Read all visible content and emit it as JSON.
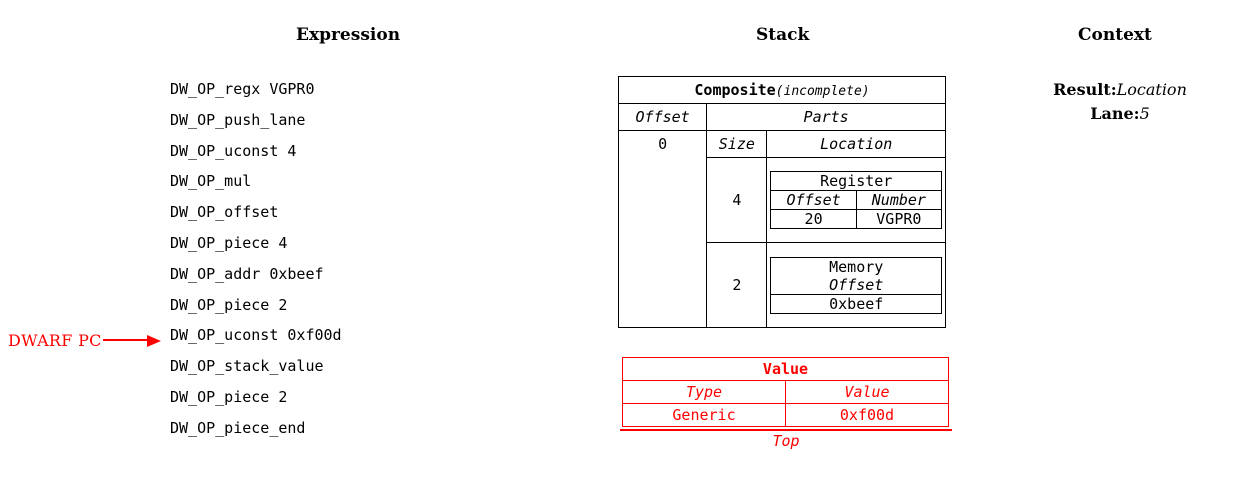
{
  "headings": {
    "expression": "Expression",
    "stack": "Stack",
    "context": "Context"
  },
  "expression": {
    "lines": [
      "DW_OP_regx VGPR0",
      "DW_OP_push_lane",
      "DW_OP_uconst 4",
      "DW_OP_mul",
      "DW_OP_offset",
      "DW_OP_piece 4",
      "DW_OP_addr 0xbeef",
      "DW_OP_piece 2",
      "DW_OP_uconst 0xf00d",
      "DW_OP_stack_value",
      "DW_OP_piece 2",
      "DW_OP_piece_end"
    ],
    "pc_marker": {
      "label": "DWARF PC",
      "target_line": "DW_OP_stack_value",
      "color": "#ff0000"
    }
  },
  "stack": {
    "composite": {
      "title": "Composite",
      "title_suffix": "(incomplete)",
      "offset_header": "Offset",
      "offset_value": "0",
      "parts_header": "Parts",
      "size_header": "Size",
      "location_header": "Location",
      "parts": [
        {
          "size": "4",
          "location": {
            "kind": "Register",
            "columns": [
              "Offset",
              "Number"
            ],
            "values": [
              "20",
              "VGPR0"
            ]
          }
        },
        {
          "size": "2",
          "location": {
            "kind": "Memory",
            "columns": [
              "Offset"
            ],
            "values": [
              "0xbeef"
            ]
          }
        }
      ]
    },
    "value": {
      "title": "Value",
      "columns": [
        "Type",
        "Value"
      ],
      "values": [
        "Generic",
        "0xf00d"
      ],
      "top_label": "Top",
      "color": "#ff0000"
    }
  },
  "context": {
    "result_key": "Result:",
    "result_value": "Location",
    "lane_key": "Lane:",
    "lane_value": "5"
  }
}
